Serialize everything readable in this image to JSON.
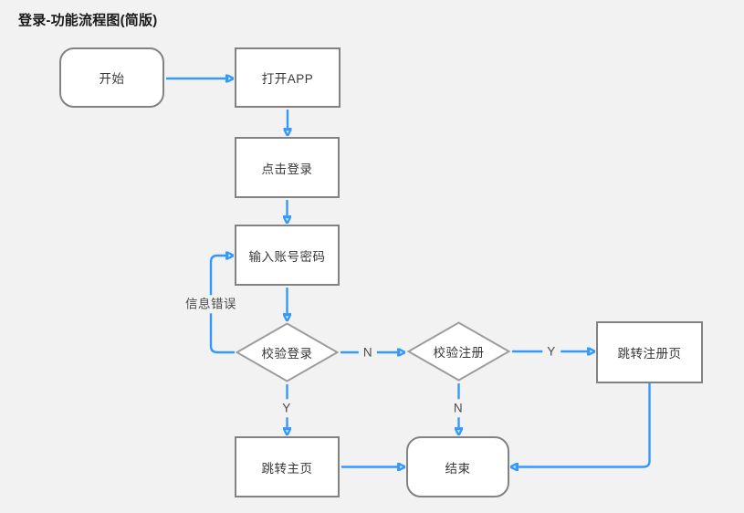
{
  "title": "登录-功能流程图(简版)",
  "colors": {
    "connector_blue": "#3399ff",
    "node_border_gray": "#828282",
    "diamond_border_gray": "#9c9c9c",
    "node_fill": "#ffffff",
    "canvas_background": "#f2f2f2",
    "text_dark": "#383838"
  },
  "nodes": {
    "start": {
      "label": "开始",
      "shape": "terminator"
    },
    "open_app": {
      "label": "打开APP",
      "shape": "process"
    },
    "click_login": {
      "label": "点击登录",
      "shape": "process"
    },
    "input_credentials": {
      "label": "输入账号密码",
      "shape": "process"
    },
    "verify_login": {
      "label": "校验登录",
      "shape": "decision"
    },
    "verify_register": {
      "label": "校验注册",
      "shape": "decision"
    },
    "jump_register_page": {
      "label": "跳转注册页",
      "shape": "process"
    },
    "jump_home_page": {
      "label": "跳转主页",
      "shape": "process"
    },
    "end": {
      "label": "结束",
      "shape": "terminator"
    }
  },
  "edge_labels": {
    "info_error": "信息错误",
    "verify_login_no": "N",
    "verify_login_yes": "Y",
    "verify_register_yes": "Y",
    "verify_register_no": "N"
  }
}
